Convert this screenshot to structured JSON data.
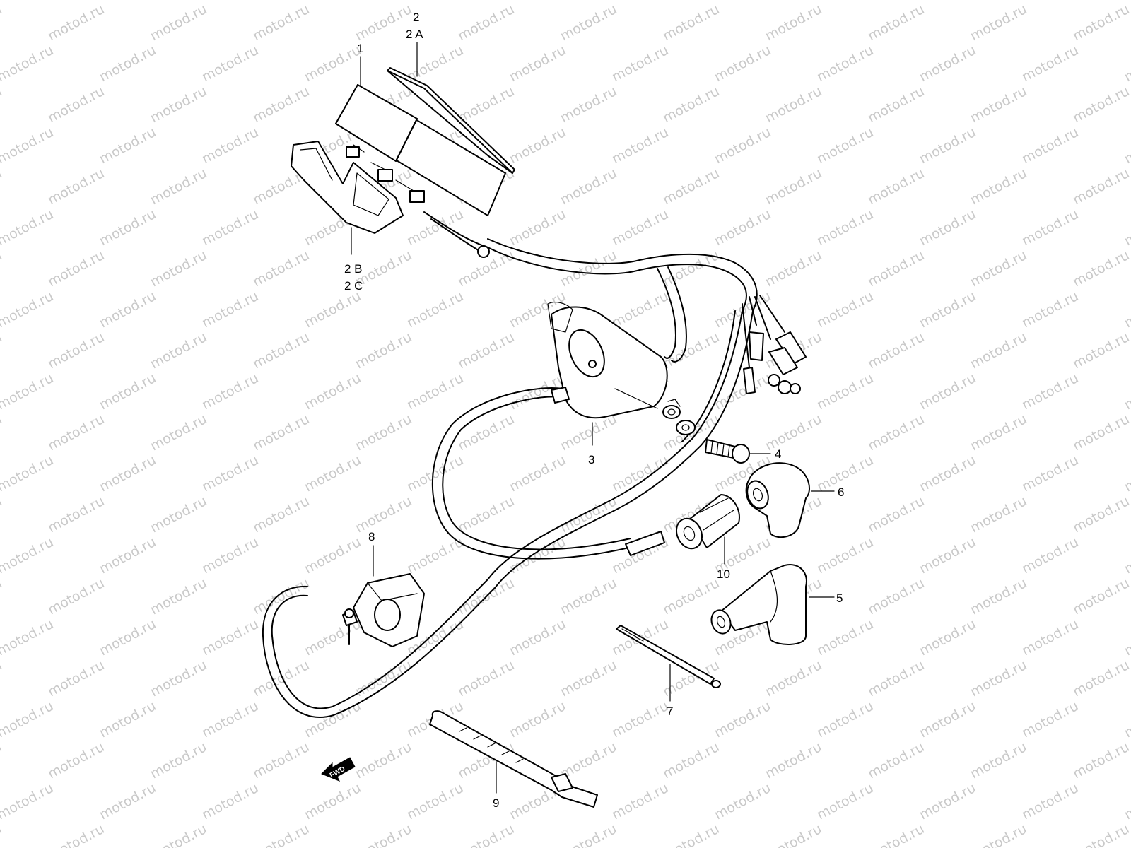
{
  "watermark": "motod.ru",
  "callouts": [
    {
      "id": "1",
      "text": "1"
    },
    {
      "id": "2",
      "text": "2"
    },
    {
      "id": "2a",
      "text": "2 A"
    },
    {
      "id": "2b",
      "text": "2 B"
    },
    {
      "id": "2c",
      "text": "2 C"
    },
    {
      "id": "3",
      "text": "3"
    },
    {
      "id": "4",
      "text": "4"
    },
    {
      "id": "5",
      "text": "5"
    },
    {
      "id": "6",
      "text": "6"
    },
    {
      "id": "7",
      "text": "7"
    },
    {
      "id": "8",
      "text": "8"
    },
    {
      "id": "9",
      "text": "9"
    },
    {
      "id": "10",
      "text": "10"
    }
  ],
  "direction_arrow": {
    "label": "FWD"
  },
  "colors": {
    "line": "#000000",
    "watermark": "#c9c9c9",
    "background": "#ffffff"
  }
}
